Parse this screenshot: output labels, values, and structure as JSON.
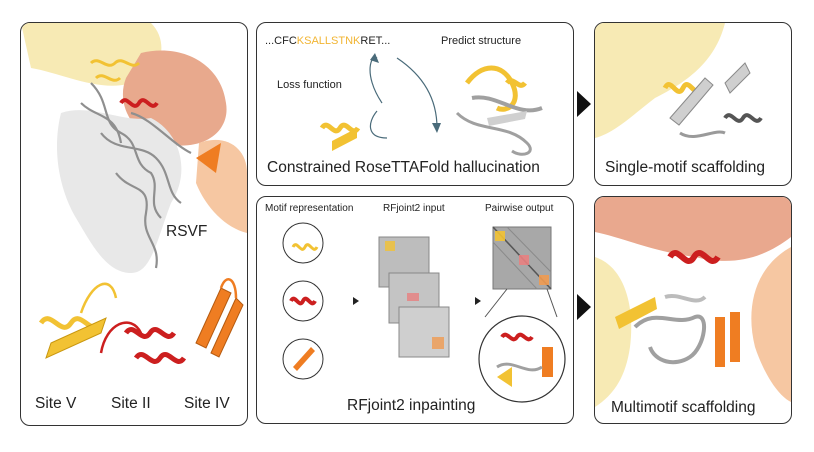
{
  "left_panel": {
    "protein_label": "RSVF",
    "sites": [
      "Site V",
      "Site II",
      "Site IV"
    ]
  },
  "hallucination_panel": {
    "sequence_prefix": "...CFC",
    "sequence_highlight": "KSALLSTNK",
    "sequence_suffix": "RET...",
    "predict_label": "Predict structure",
    "loss_label": "Loss function",
    "caption": "Constrained RoseTTAFold hallucination"
  },
  "single_motif_panel": {
    "caption": "Single-motif scaffolding"
  },
  "inpainting_panel": {
    "col_labels": [
      "Motif representation",
      "RFjoint2 input",
      "Pairwise output"
    ],
    "caption": "RFjoint2 inpainting"
  },
  "multimotif_panel": {
    "caption": "Multimotif scaffolding"
  },
  "colors": {
    "site_v": "#f2c233",
    "site_ii": "#cc1f1f",
    "site_iv": "#ef7d22",
    "salmon": "#e9a88e",
    "pale_yellow": "#f5e6a8",
    "grey_protein": "#bcbcbc"
  }
}
